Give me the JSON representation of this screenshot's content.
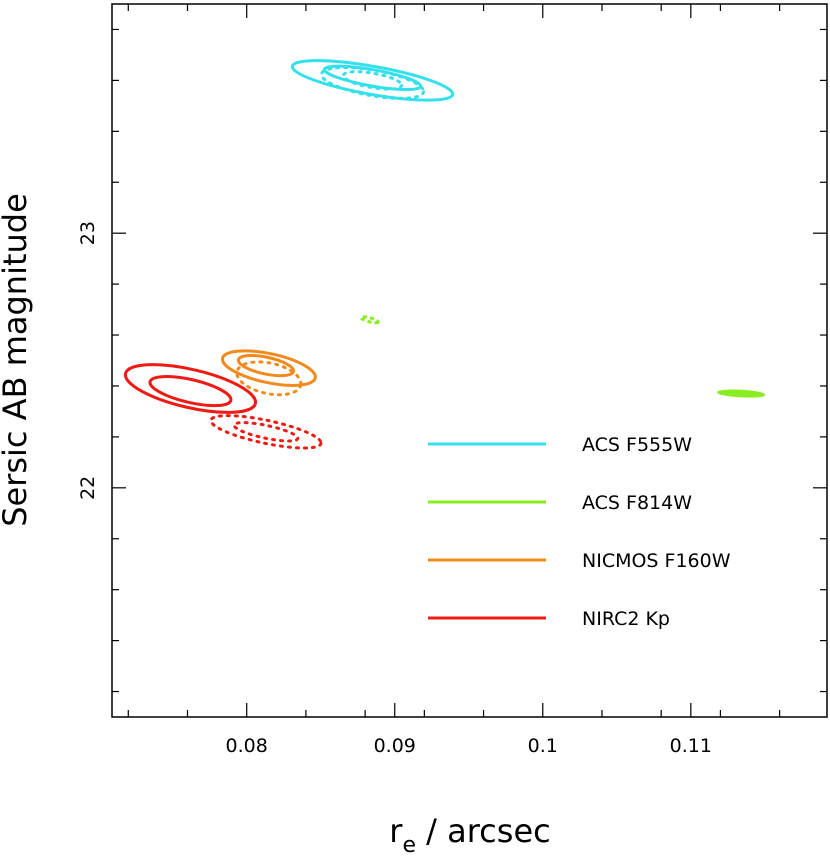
{
  "chart_data": {
    "type": "contour",
    "xlabel": "r",
    "xlabel_sub": "e",
    "xlabel_rest": " / arcsec",
    "ylabel": "Sersic AB magnitude",
    "xlim": [
      0.0709,
      0.1192
    ],
    "ylim": [
      21.1,
      23.9
    ],
    "y_inverted": true,
    "x_ticks": [
      0.08,
      0.09,
      0.1,
      0.11
    ],
    "x_tick_labels": [
      "0.08",
      "0.09",
      "0.1",
      "0.11"
    ],
    "y_ticks": [
      22,
      23
    ],
    "y_tick_labels": [
      "22",
      "23"
    ],
    "y_minor_ticks": [
      21.2,
      21.4,
      21.6,
      21.8,
      22.2,
      22.4,
      22.6,
      22.8,
      23.2,
      23.4,
      23.6,
      23.8
    ],
    "legend_position": "lower-right",
    "grid": false,
    "series": [
      {
        "name": "ACS F555W",
        "color": "#33e0ec",
        "contours": [
          {
            "style": "solid",
            "cx": 0.0885,
            "cy": 23.6,
            "rx": 0.0055,
            "ry": 0.055,
            "angle": 10
          },
          {
            "style": "solid",
            "cx": 0.0885,
            "cy": 23.61,
            "rx": 0.0033,
            "ry": 0.032,
            "angle": 10
          },
          {
            "style": "dotted",
            "cx": 0.0885,
            "cy": 23.59,
            "rx": 0.0035,
            "ry": 0.05,
            "angle": 10
          },
          {
            "style": "dotted",
            "cx": 0.0885,
            "cy": 23.6,
            "rx": 0.002,
            "ry": 0.028,
            "angle": 10
          }
        ]
      },
      {
        "name": "ACS F814W",
        "color": "#88ee22",
        "contours": [
          {
            "style": "filled",
            "cx": 0.1134,
            "cy": 22.37,
            "rx": 0.0016,
            "ry": 0.013,
            "angle": 3
          },
          {
            "style": "dashed",
            "cx": 0.0883,
            "cy": 22.66,
            "rx": 0.0006,
            "ry": 0.008,
            "angle": 15
          }
        ]
      },
      {
        "name": "NICMOS F160W",
        "color": "#f28a1e",
        "contours": [
          {
            "style": "solid",
            "cx": 0.0815,
            "cy": 22.47,
            "rx": 0.0032,
            "ry": 0.057,
            "angle": 12
          },
          {
            "style": "solid",
            "cx": 0.0813,
            "cy": 22.48,
            "rx": 0.0019,
            "ry": 0.033,
            "angle": 12
          },
          {
            "style": "dotted",
            "cx": 0.0815,
            "cy": 22.43,
            "rx": 0.0022,
            "ry": 0.06,
            "angle": 12
          }
        ]
      },
      {
        "name": "NIRC2 Kp",
        "color": "#ee1b14",
        "contours": [
          {
            "style": "solid",
            "cx": 0.0762,
            "cy": 22.39,
            "rx": 0.0045,
            "ry": 0.075,
            "angle": 13
          },
          {
            "style": "solid",
            "cx": 0.0762,
            "cy": 22.38,
            "rx": 0.0028,
            "ry": 0.045,
            "angle": 13
          },
          {
            "style": "dotted",
            "cx": 0.0813,
            "cy": 22.22,
            "rx": 0.0038,
            "ry": 0.045,
            "angle": 12
          },
          {
            "style": "dotted",
            "cx": 0.0813,
            "cy": 22.22,
            "rx": 0.0022,
            "ry": 0.025,
            "angle": 12
          }
        ]
      }
    ]
  }
}
